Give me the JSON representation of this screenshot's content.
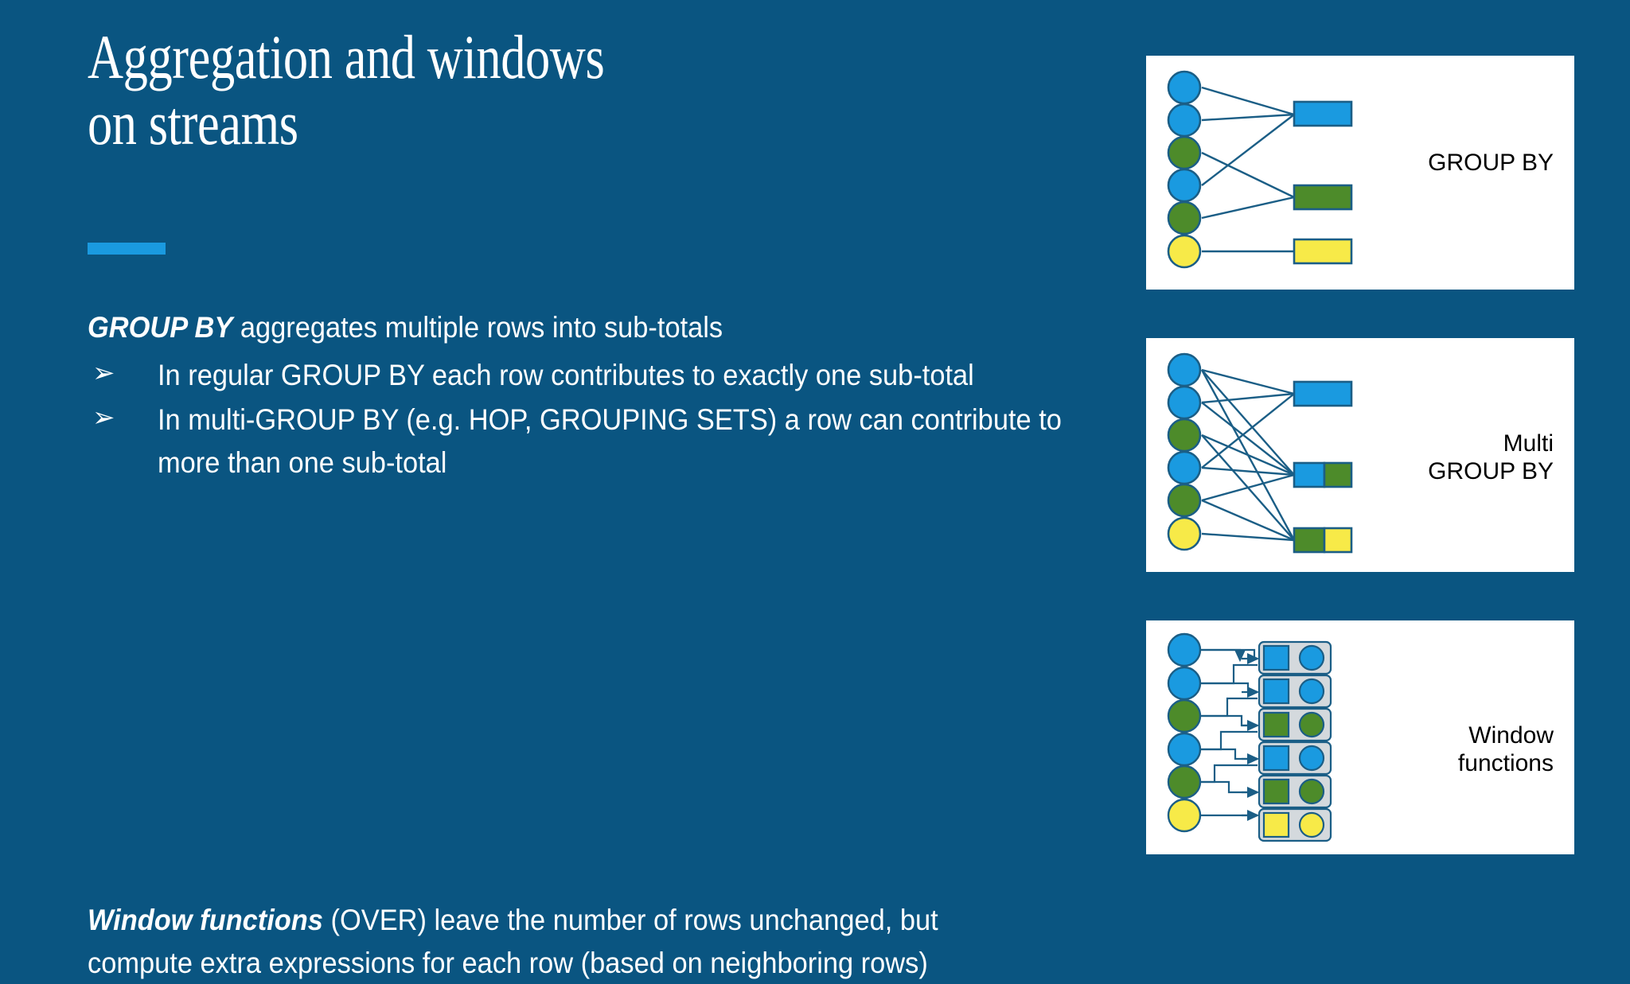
{
  "slide": {
    "background_color": "#0a5581",
    "accent_color": "#1a9ae0",
    "title": "Aggregation and windows\non streams"
  },
  "content": {
    "paragraph_1": {
      "lead": "GROUP BY",
      "rest": " aggregates multiple rows into sub-totals"
    },
    "bullet_marker": "➢",
    "bullets": [
      "In regular GROUP BY each row contributes to exactly one sub-total",
      "In multi-GROUP BY (e.g. HOP, GROUPING SETS) a row can contribute to more than one sub-total"
    ],
    "paragraph_2": {
      "lead": "Window functions",
      "rest": " (OVER) leave the number of rows unchanged, but compute extra expressions for each row (based on neighboring rows)"
    }
  },
  "diagrams": [
    {
      "id": "group-by",
      "label": "GROUP BY",
      "nodes": [
        "blue",
        "blue",
        "green",
        "blue",
        "green",
        "yellow"
      ],
      "outputs": [
        "blue",
        "green",
        "yellow"
      ],
      "edges": [
        [
          0,
          0
        ],
        [
          1,
          0
        ],
        [
          3,
          0
        ],
        [
          2,
          1
        ],
        [
          4,
          1
        ],
        [
          5,
          2
        ]
      ]
    },
    {
      "id": "multi-group-by",
      "label": "Multi\nGROUP BY",
      "nodes": [
        "blue",
        "blue",
        "green",
        "blue",
        "green",
        "yellow"
      ],
      "outputs": [
        "blue",
        "blue+green",
        "green+yellow"
      ],
      "edges": [
        [
          0,
          0
        ],
        [
          1,
          0
        ],
        [
          3,
          0
        ],
        [
          0,
          1
        ],
        [
          1,
          1
        ],
        [
          2,
          1
        ],
        [
          3,
          1
        ],
        [
          4,
          1
        ],
        [
          0,
          2
        ],
        [
          2,
          2
        ],
        [
          4,
          2
        ],
        [
          5,
          2
        ]
      ]
    },
    {
      "id": "window-functions",
      "label": "Window\nfunctions",
      "nodes": [
        "blue",
        "blue",
        "green",
        "blue",
        "green",
        "yellow"
      ],
      "outputs": [
        "blue",
        "blue",
        "green",
        "blue",
        "green",
        "yellow"
      ]
    }
  ],
  "palette": {
    "node_blue": "#1a9ae0",
    "node_green": "#4d8b2a",
    "node_yellow": "#f7ea48",
    "stroke": "#1b5e86",
    "card_bg": "#ffffff",
    "window_row_bg": "#d4d9dd"
  }
}
